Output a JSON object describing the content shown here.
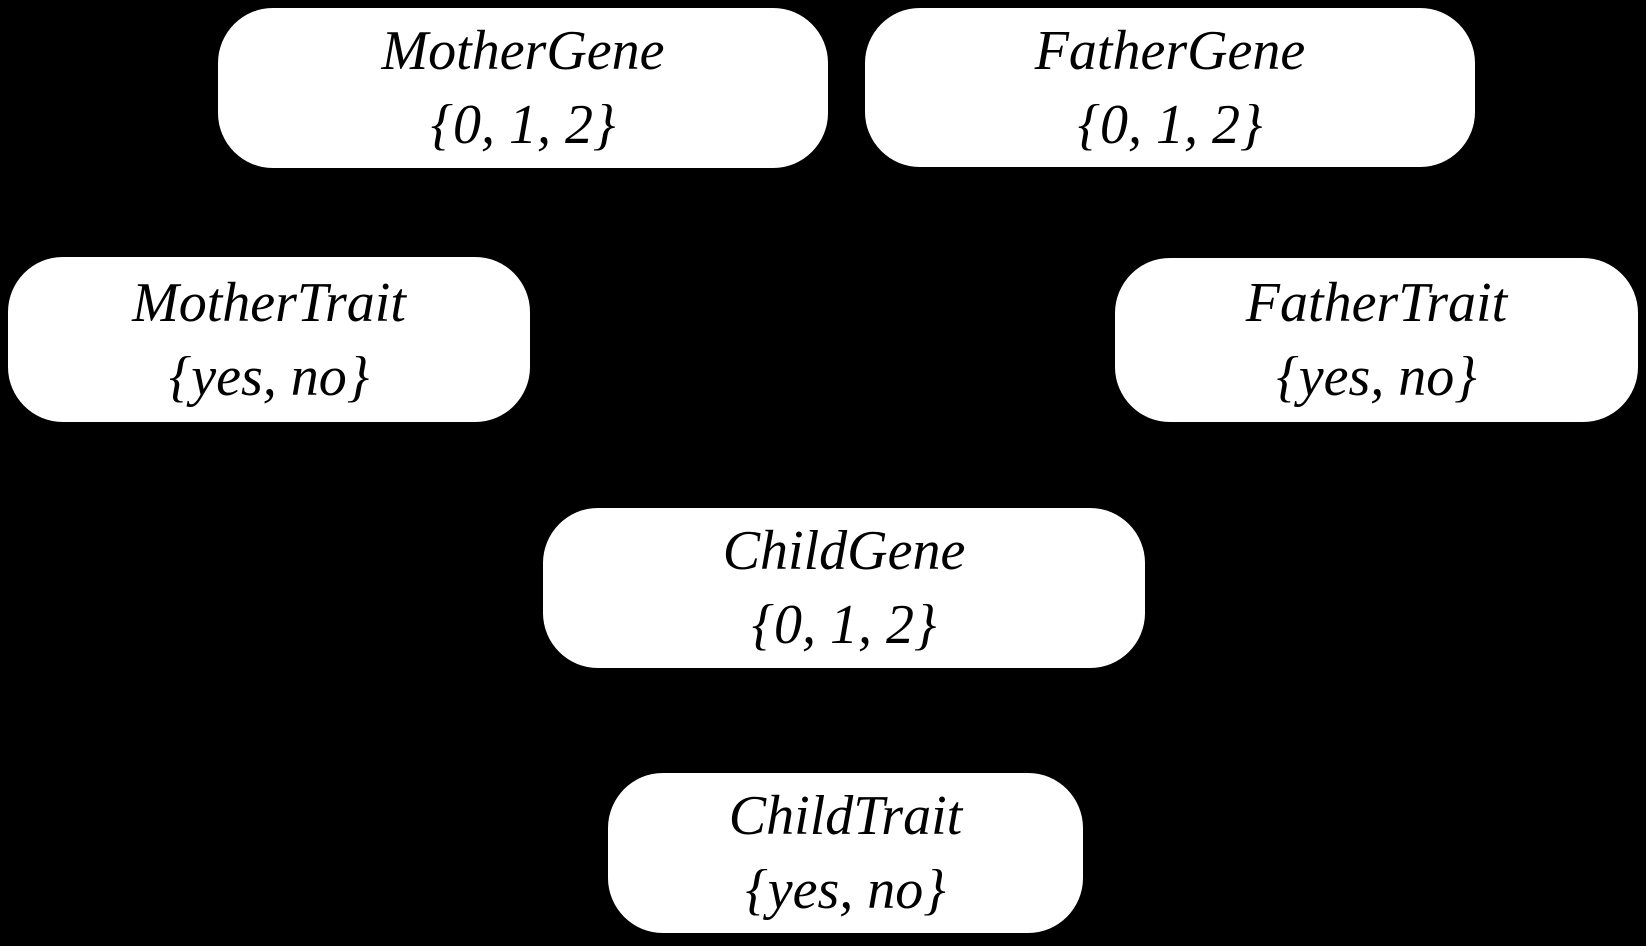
{
  "diagram": {
    "type": "bayesian-network",
    "colors": {
      "background": "#000000",
      "node_fill": "#ffffff",
      "node_text": "#000000"
    },
    "nodes": [
      {
        "id": "mother-gene",
        "name": "MotherGene",
        "domain": "{0, 1, 2}"
      },
      {
        "id": "father-gene",
        "name": "FatherGene",
        "domain": "{0, 1, 2}"
      },
      {
        "id": "mother-trait",
        "name": "MotherTrait",
        "domain": "{yes, no}"
      },
      {
        "id": "father-trait",
        "name": "FatherTrait",
        "domain": "{yes, no}"
      },
      {
        "id": "child-gene",
        "name": "ChildGene",
        "domain": "{0, 1, 2}"
      },
      {
        "id": "child-trait",
        "name": "ChildTrait",
        "domain": "{yes, no}"
      }
    ]
  }
}
